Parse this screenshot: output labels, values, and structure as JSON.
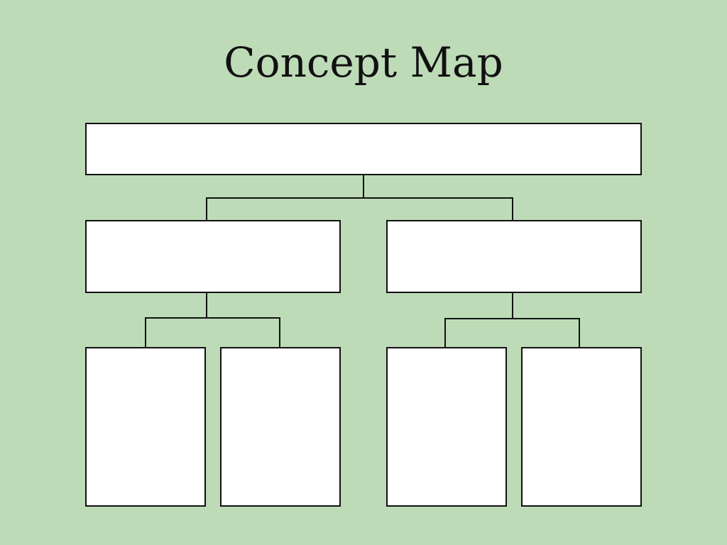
{
  "title": "Concept Map",
  "colors": {
    "background": "#bddbb7",
    "box_fill": "#ffffff",
    "stroke": "#111111"
  },
  "nodes": [
    {
      "id": "root",
      "text": ""
    },
    {
      "id": "left",
      "text": ""
    },
    {
      "id": "right",
      "text": ""
    },
    {
      "id": "left-a",
      "text": ""
    },
    {
      "id": "left-b",
      "text": ""
    },
    {
      "id": "right-a",
      "text": ""
    },
    {
      "id": "right-b",
      "text": ""
    }
  ]
}
